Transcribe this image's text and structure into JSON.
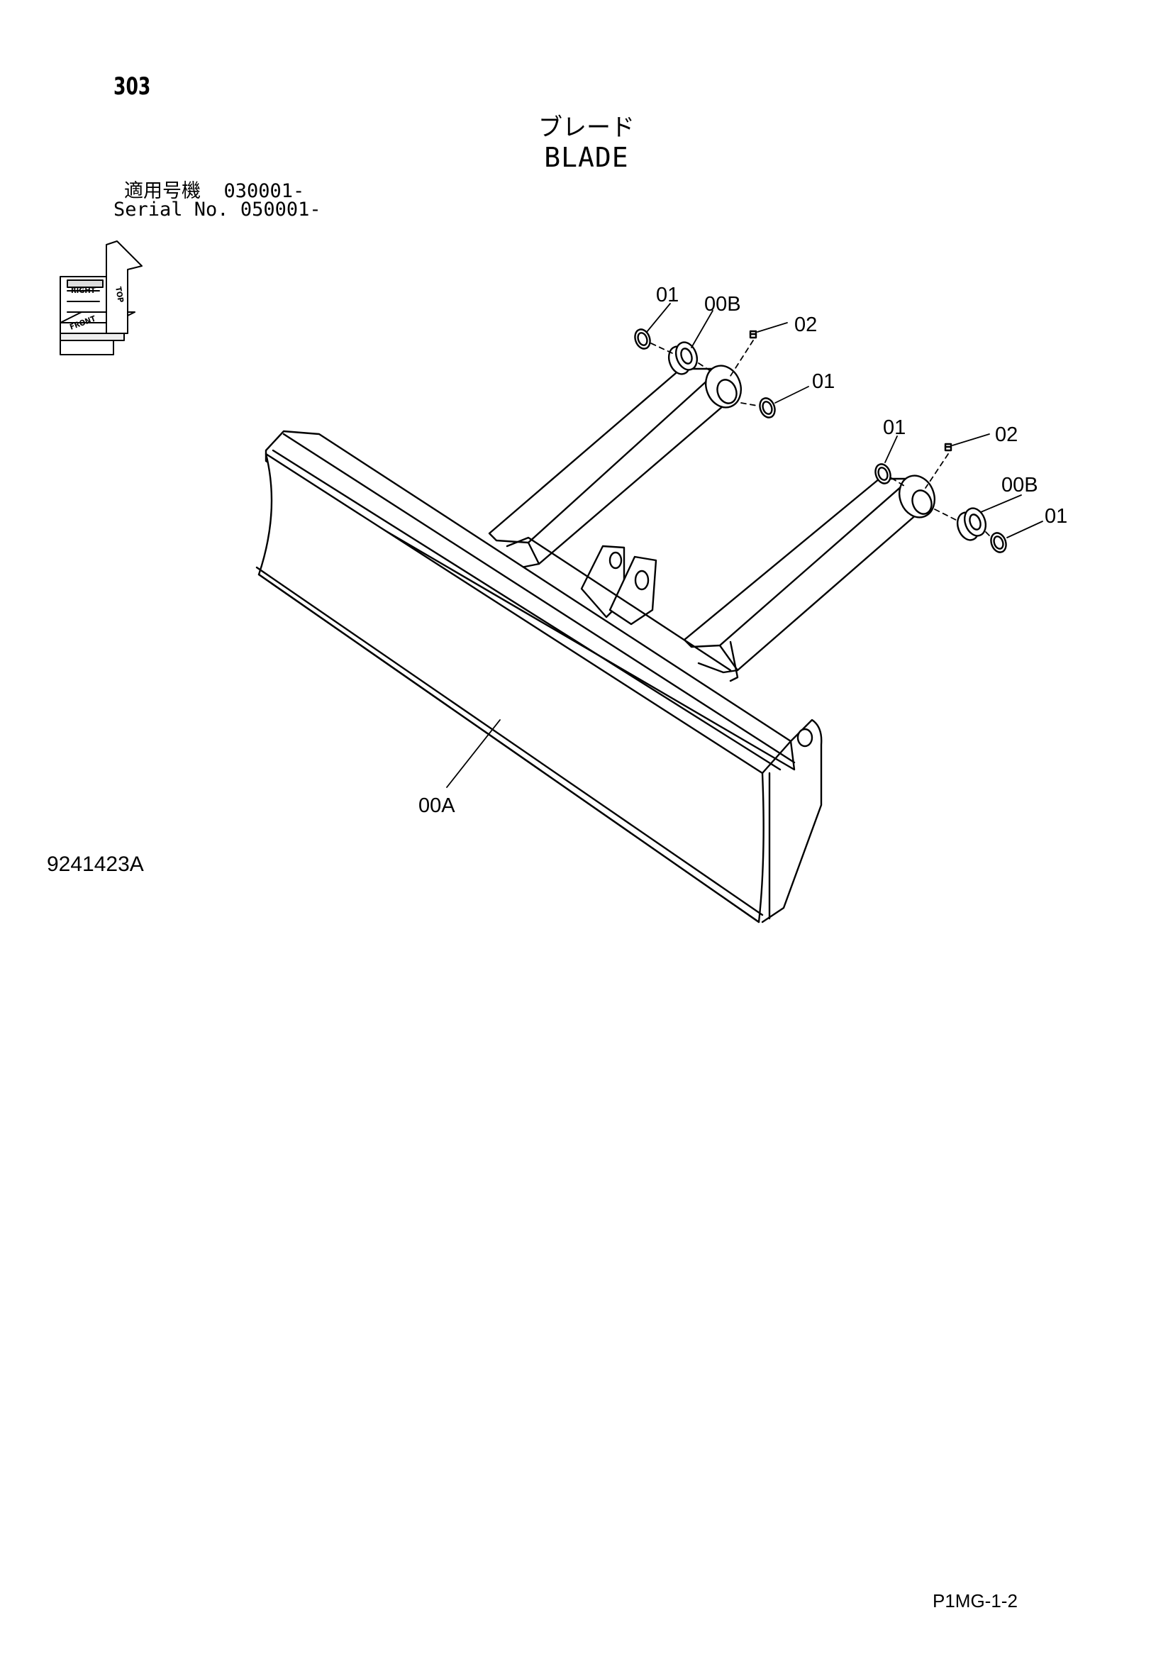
{
  "header": {
    "page_number": "303",
    "title_japanese": "ブレード",
    "title_english": "BLADE",
    "applicable_label_jp": "適用号機",
    "applicable_value_jp": "030001-",
    "serial_label": "Serial No.",
    "serial_value": "050001-"
  },
  "orientation_icon": {
    "labels": [
      "TOP",
      "RIGHT",
      "FRONT"
    ]
  },
  "callouts": {
    "c1": "01",
    "c2": "00B",
    "c3": "02",
    "c4": "01",
    "c5": "01",
    "c6": "02",
    "c7": "00B",
    "c8": "01",
    "c9": "00A"
  },
  "footer": {
    "figure_number": "9241423A",
    "sheet_number": "P1MG-1-2"
  }
}
